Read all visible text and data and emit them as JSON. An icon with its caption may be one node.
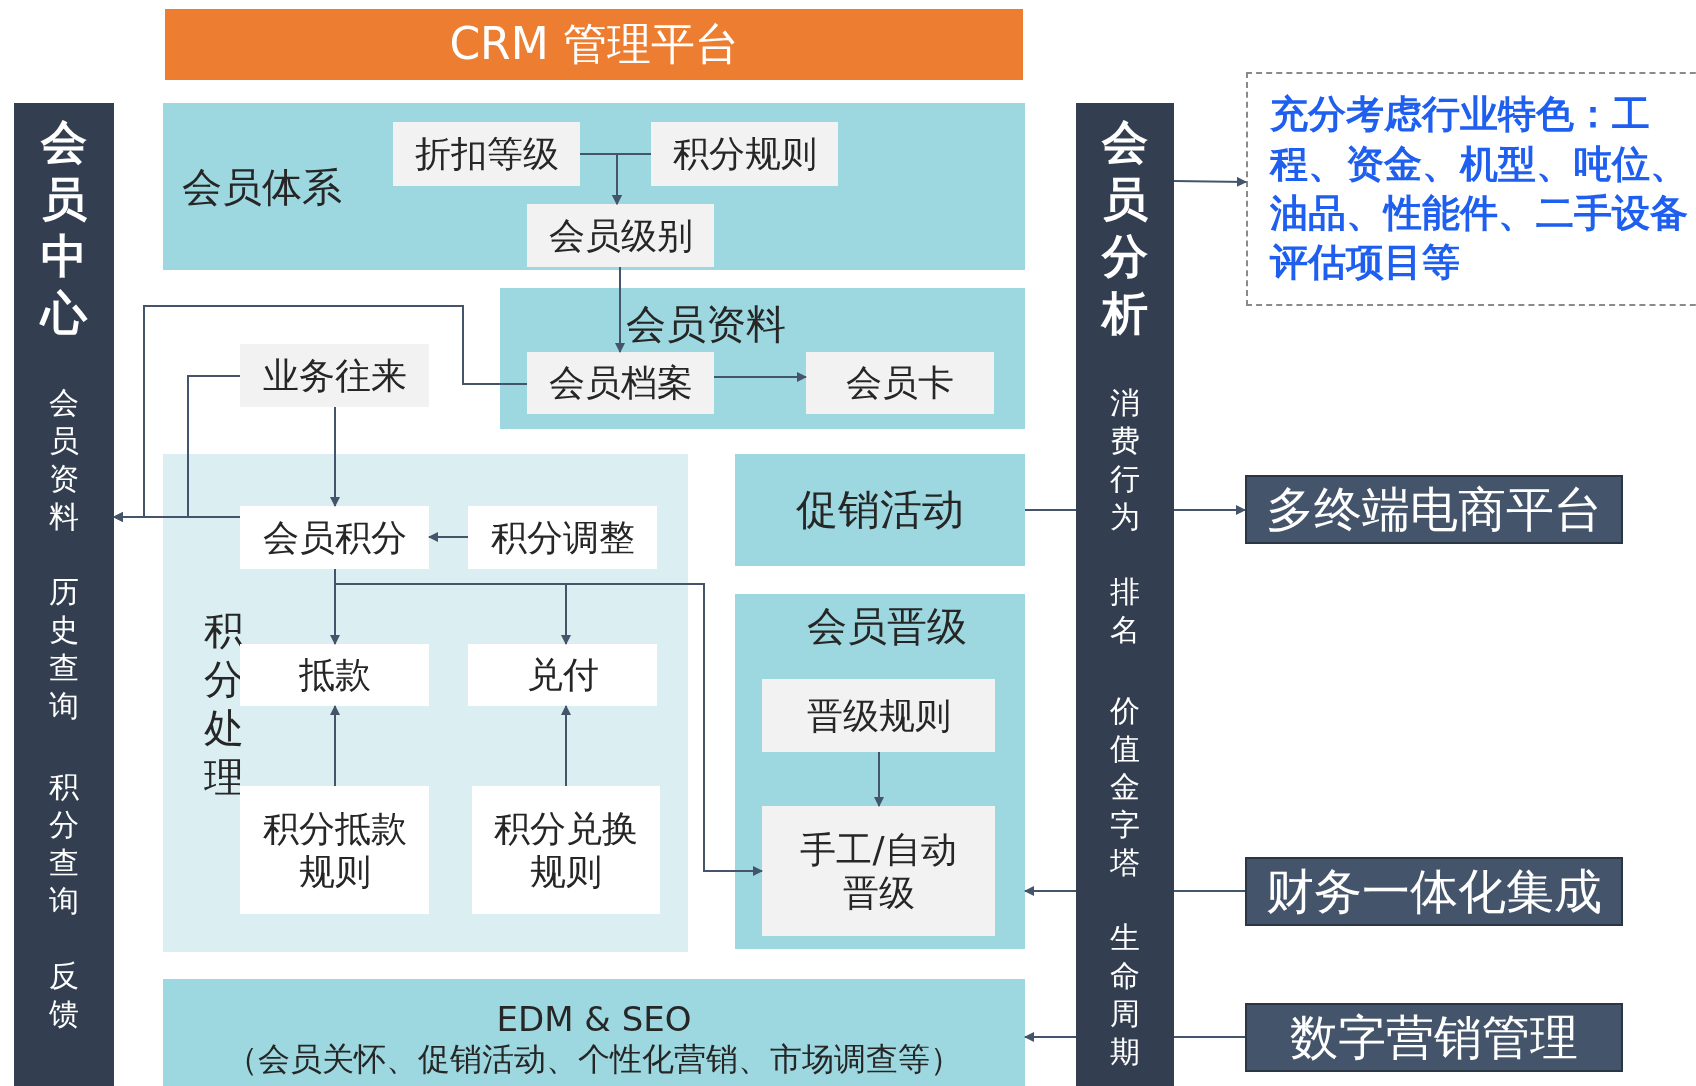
{
  "diagram": {
    "nodes": [
      {
        "text": [
          "CRM 管理平台"
        ]
      },
      {
        "text": [
          "会员中心",
          "会员资料",
          "历史查询",
          "积分查询",
          "反馈"
        ]
      },
      {
        "text": [
          "会员体系"
        ]
      },
      {
        "text": [
          "折扣等级"
        ],
        "in": 2
      },
      {
        "text": [
          "积分规则"
        ],
        "in": 2
      },
      {
        "text": [
          "会员级别"
        ],
        "in": 2
      },
      {
        "text": [
          "会员资料"
        ]
      },
      {
        "text": [
          "会员档案"
        ],
        "in": 6
      },
      {
        "text": [
          "会员卡"
        ],
        "in": 6
      },
      {
        "text": [
          "业务往来"
        ]
      },
      {
        "text": [
          "积分处理"
        ]
      },
      {
        "text": [
          "会员积分"
        ],
        "in": 10
      },
      {
        "text": [
          "积分调整"
        ],
        "in": 10
      },
      {
        "text": [
          "抵款"
        ],
        "in": 10
      },
      {
        "text": [
          "兑付"
        ],
        "in": 10
      },
      {
        "text": [
          "积分抵款规则"
        ],
        "in": 10
      },
      {
        "text": [
          "积分兑换规则"
        ],
        "in": 10
      },
      {
        "text": [
          "促销活动"
        ]
      },
      {
        "text": [
          "会员晋级"
        ]
      },
      {
        "text": [
          "晋级规则"
        ],
        "in": 18
      },
      {
        "text": [
          "手工/自动晋级"
        ],
        "in": 18
      },
      {
        "text": [
          "EDM & SEO",
          "（会员关怀、促销活动、个性化营销、市场调查等）"
        ]
      },
      {
        "text": [
          "会员分析",
          "消费行为",
          "排名",
          "价值金字塔",
          "生命周期"
        ]
      },
      {
        "text": [
          "充分考虑行业特色：工程、资金、机型、吨位、油品、性能件、二手设备评估项目等"
        ]
      },
      {
        "text": [
          "多终端电商平台"
        ]
      },
      {
        "text": [
          "财务一体化集成"
        ]
      },
      {
        "text": [
          "数字营销管理"
        ]
      }
    ],
    "edges": [
      {
        "from": 3,
        "to": 5,
        "arrow": "to"
      },
      {
        "from": 4,
        "to": 5,
        "arrow": "to"
      },
      {
        "from": 5,
        "to": 7,
        "arrow": "to"
      },
      {
        "from": 7,
        "to": 8,
        "arrow": "to"
      },
      {
        "from": 9,
        "to": 11,
        "arrow": "to"
      },
      {
        "from": 12,
        "to": 11,
        "arrow": "to"
      },
      {
        "from": 11,
        "to": 13,
        "arrow": "to"
      },
      {
        "from": 11,
        "to": 14,
        "arrow": "to"
      },
      {
        "from": 11,
        "to": 20,
        "arrow": "to"
      },
      {
        "from": 15,
        "to": 13,
        "arrow": "to"
      },
      {
        "from": 16,
        "to": 14,
        "arrow": "to"
      },
      {
        "from": 19,
        "to": 20,
        "arrow": "to"
      },
      {
        "from": 11,
        "to": 1,
        "arrow": "to"
      },
      {
        "from": 9,
        "to": 1,
        "arrow": "to"
      },
      {
        "from": 7,
        "to": 1,
        "arrow": "to"
      },
      {
        "from": 17,
        "to": 22,
        "arrow": "none"
      },
      {
        "from": 22,
        "to": 24,
        "arrow": "to"
      },
      {
        "from": 22,
        "to": 23,
        "arrow": "to"
      },
      {
        "from": 25,
        "to": 22,
        "arrow": "none"
      },
      {
        "from": 22,
        "to": 18,
        "arrow": "to"
      },
      {
        "from": 26,
        "to": 22,
        "arrow": "none"
      },
      {
        "from": 22,
        "to": 21,
        "arrow": "to"
      }
    ]
  }
}
